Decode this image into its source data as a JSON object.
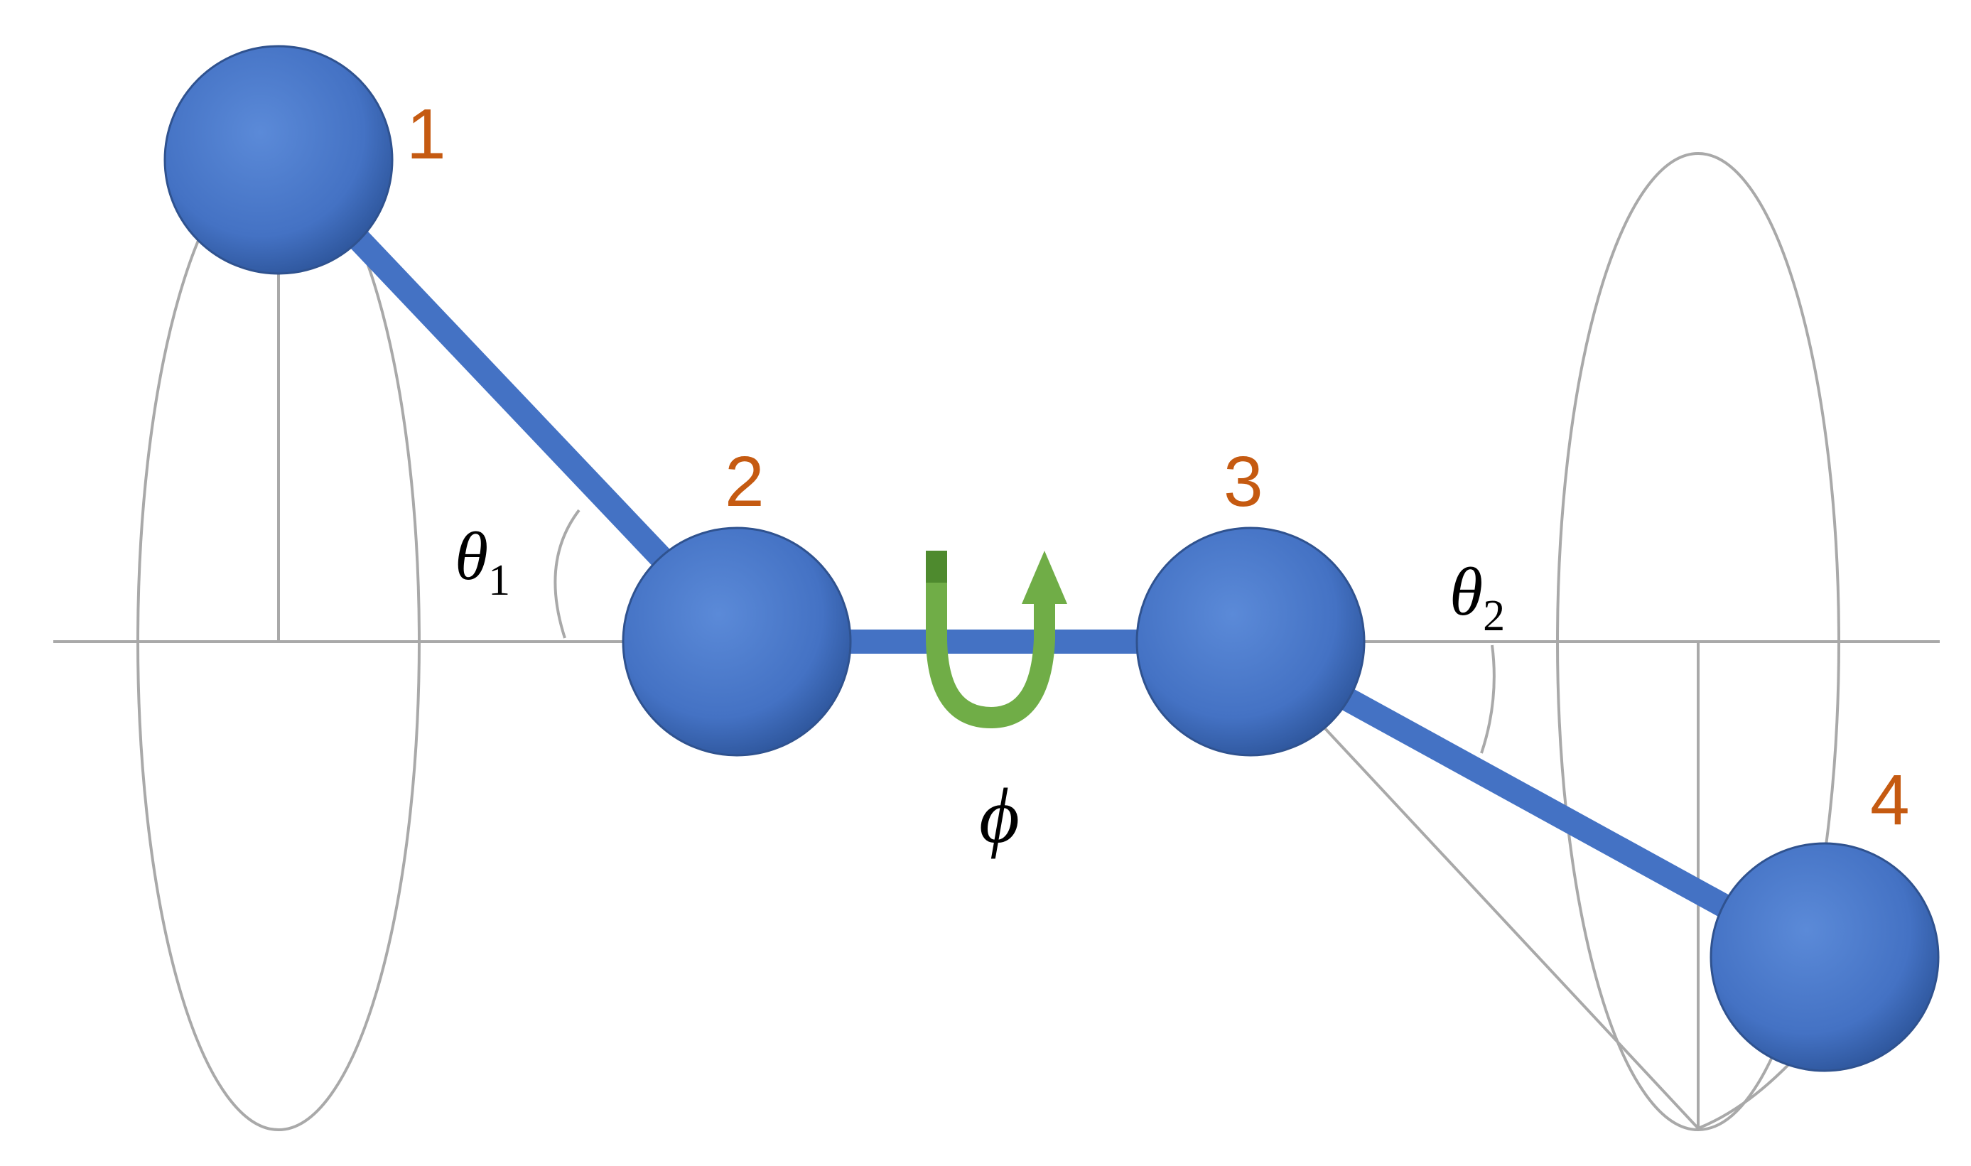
{
  "atoms": [
    {
      "label": "1"
    },
    {
      "label": "2"
    },
    {
      "label": "3"
    },
    {
      "label": "4"
    }
  ],
  "angles": {
    "theta1": {
      "symbol": "θ",
      "subscript": "1"
    },
    "theta2": {
      "symbol": "θ",
      "subscript": "2"
    },
    "phi": {
      "symbol": "ϕ"
    }
  },
  "colors": {
    "atom": "#4472c4",
    "bond": "#4472c4",
    "rotation_arrow": "#70ad47",
    "label": "#c55a11",
    "guide_lines": "#a9a9a9"
  }
}
